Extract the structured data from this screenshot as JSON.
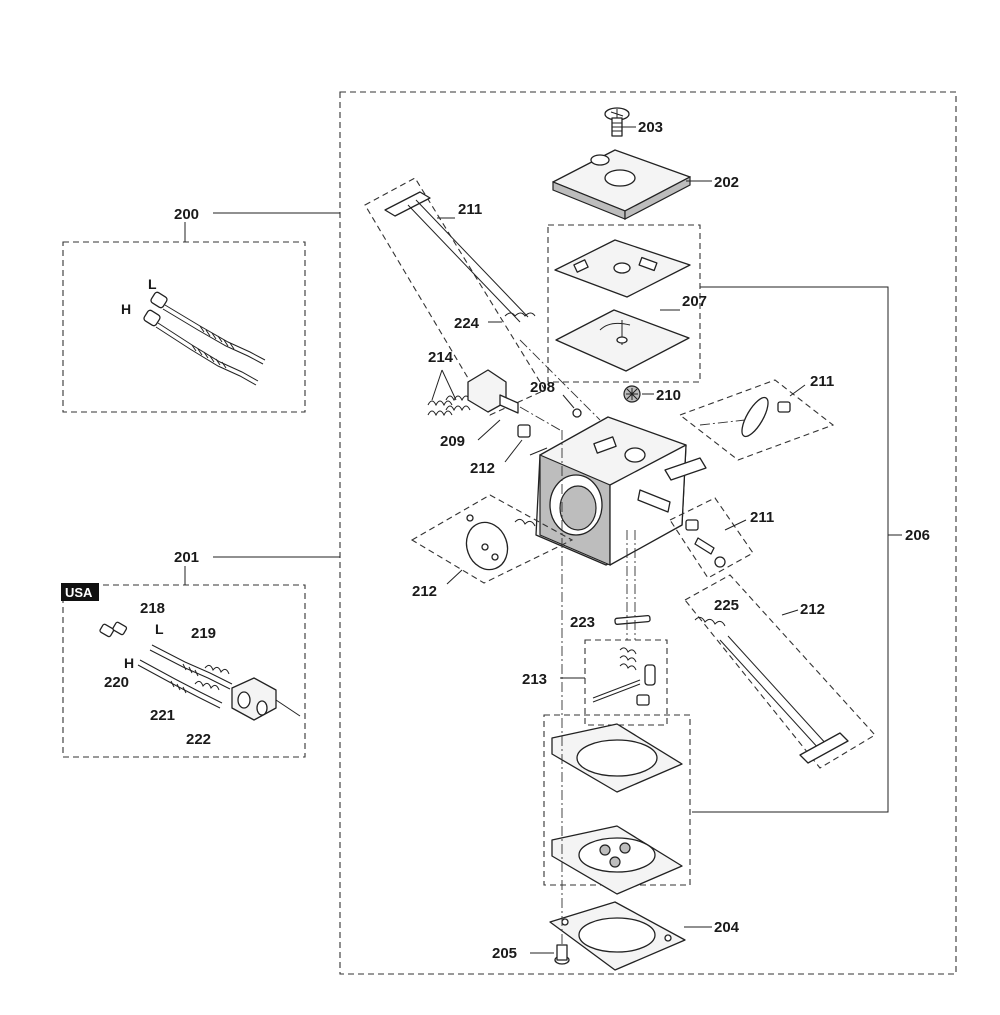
{
  "labels": {
    "p200": "200",
    "p201": "201",
    "p202": "202",
    "p203": "203",
    "p204": "204",
    "p205": "205",
    "p206": "206",
    "p207": "207",
    "p208": "208",
    "p209": "209",
    "p210": "210",
    "p211_top": "211",
    "p211_right": "211",
    "p211_mid": "211",
    "p212_left": "212",
    "p212_lower": "212",
    "p212_right": "212",
    "p213": "213",
    "p214": "214",
    "p218": "218",
    "p219": "219",
    "p220": "220",
    "p221": "221",
    "p222": "222",
    "p223": "223",
    "p224": "224",
    "p225": "225",
    "h_200": "H",
    "l_200": "L",
    "h_201": "H",
    "l_201": "L",
    "usa_badge": "USA"
  }
}
